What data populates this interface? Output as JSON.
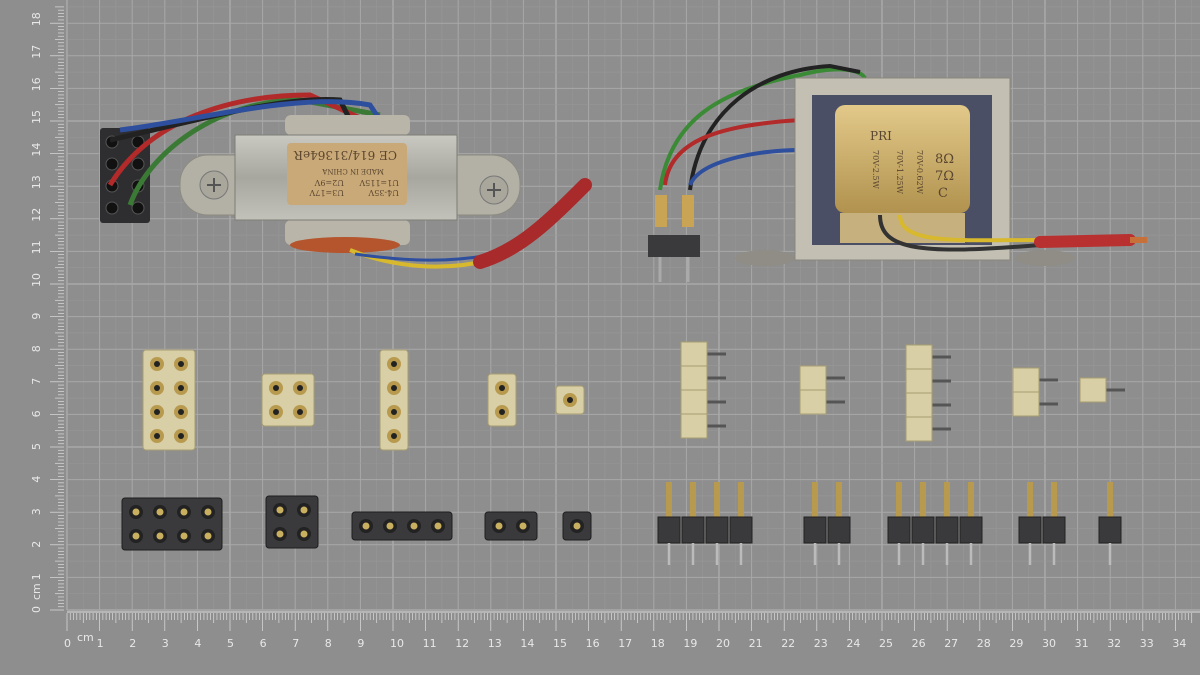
{
  "ruler": {
    "unit_label": "cm",
    "x_numbers": [
      "0",
      "1",
      "2",
      "3",
      "4",
      "5",
      "6",
      "7",
      "8",
      "9",
      "10",
      "11",
      "12",
      "13",
      "14",
      "15",
      "16",
      "17",
      "18",
      "19",
      "20",
      "21",
      "22",
      "23",
      "24",
      "25",
      "26",
      "27",
      "28",
      "29",
      "30",
      "31",
      "32",
      "33",
      "34"
    ],
    "y_numbers": [
      "0",
      "1",
      "2",
      "3",
      "4",
      "5",
      "6",
      "7",
      "8",
      "9",
      "10",
      "11",
      "12",
      "13",
      "14",
      "15",
      "16",
      "17",
      "18"
    ]
  },
  "left_transformer_label": {
    "line1": "U4-35V",
    "line1b": "U3=17V",
    "line2": "U1=115V",
    "line2b": "U2=9V",
    "line3": "MADE IN CHINA",
    "line4": "CE 614/31364eR"
  },
  "right_transformer_label": {
    "pri": "PRI",
    "tap1": "70V-2.5W",
    "tap2": "70V-1.25W",
    "tap3": "70V-0.62W",
    "ohm1": "8Ω",
    "ohm2": "7Ω",
    "ohm3": "C"
  },
  "colors": {
    "mat": "#8e8e8e",
    "grid": "#a9a9a9",
    "socket": "#d8cfa6",
    "header": "#3a3a3c",
    "pin": "#b89a4e"
  }
}
